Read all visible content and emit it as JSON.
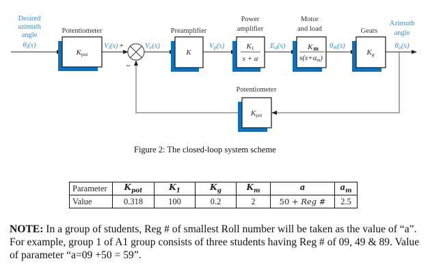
{
  "diagram": {
    "input": {
      "label_lines": [
        "Desired",
        "azimuth",
        "angle"
      ],
      "signal": "θi(s)",
      "signal_main": "θ",
      "signal_sub": "i",
      "signal_tail": "(s)"
    },
    "output": {
      "label_lines": [
        "Azimuth",
        "angle"
      ],
      "signal_main": "θ",
      "signal_sub": "o",
      "signal_tail": "(s)"
    },
    "blocks": [
      {
        "id": "potentiometer",
        "title_lines": [
          "Potentiometer"
        ],
        "tf_main": "K",
        "tf_sub": "pot"
      },
      {
        "id": "preamplifier",
        "title_lines": [
          "Preamplifier"
        ],
        "tf_main": "K",
        "tf_sub": ""
      },
      {
        "id": "power-amplifier",
        "title_lines": [
          "Power",
          "amplifier"
        ],
        "tf_num": "K1",
        "tf_num_main": "K",
        "tf_num_sub": "1",
        "tf_den": "s + a"
      },
      {
        "id": "motor-and-load",
        "title_lines": [
          "Motor",
          "and load"
        ],
        "tf_num_main": "K",
        "tf_num_sub": "m",
        "tf_den_main": "s(s+a",
        "tf_den_sub": "m",
        "tf_den_tail": ")"
      },
      {
        "id": "gears",
        "title_lines": [
          "Gears"
        ],
        "tf_main": "K",
        "tf_sub": "g"
      },
      {
        "id": "feedback-potentiometer",
        "title_lines": [
          "Potentiometer"
        ],
        "tf_main": "K",
        "tf_sub": "pot"
      }
    ],
    "signals": {
      "vi": {
        "main": "V",
        "sub": "i",
        "tail": "(s)",
        "sign": "+"
      },
      "ve": {
        "main": "V",
        "sub": "e",
        "tail": "(s)"
      },
      "vp": {
        "main": "V",
        "sub": "p",
        "tail": "(s)"
      },
      "ea": {
        "main": "E",
        "sub": "a",
        "tail": "(s)"
      },
      "thetam": {
        "main": "θ",
        "sub": "m",
        "tail": "(s)"
      },
      "minus_sign": "−"
    },
    "colors": {
      "accent_blue": "#3a8fd0",
      "shadow_blue": "#0b72c0",
      "line": "#222222"
    }
  },
  "caption": "Figure 2: The closed-loop system scheme",
  "params_table": {
    "header_label": "Parameter",
    "value_label": "Value",
    "columns": [
      {
        "symbol_main": "K",
        "symbol_sub": "pot",
        "value": "0.318"
      },
      {
        "symbol_main": "K",
        "symbol_sub": "1",
        "value": "100"
      },
      {
        "symbol_main": "K",
        "symbol_sub": "g",
        "value": "0.2"
      },
      {
        "symbol_main": "K",
        "symbol_sub": "m",
        "value": "2"
      },
      {
        "symbol_main": "a",
        "symbol_sub": "",
        "value_prefix": "50 + ",
        "value_italic": "Reg",
        "value_suffix": " #"
      },
      {
        "symbol_main": "a",
        "symbol_sub": "m",
        "value": "2.5"
      }
    ]
  },
  "note": {
    "bold_label": "NOTE:",
    "text": " In a group of students, Reg # of smallest Roll number will be taken as the value of “a”. For example, group 1 of A1 group consists of three students having Reg # of 09, 49 & 89. Value of parameter “a=09 +50 = 59”."
  }
}
